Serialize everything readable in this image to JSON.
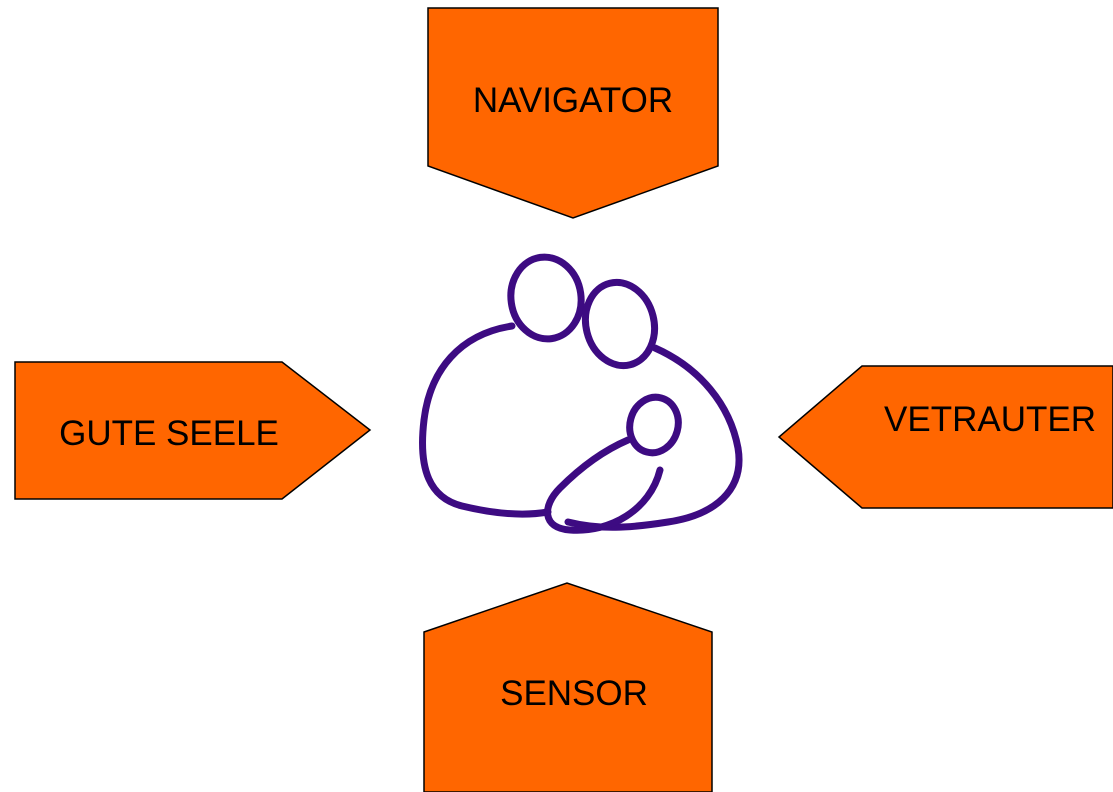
{
  "colors": {
    "arrow_fill": "#FF6600",
    "arrow_outline": "#000000",
    "label_text": "#000000",
    "logo_stroke": "#3D0B82",
    "background": "#FFFFFF"
  },
  "center_logo": {
    "icon": "family-embrace-icon"
  },
  "arrows": {
    "top": {
      "label": "NAVIGATOR",
      "points_toward": "center"
    },
    "left": {
      "label": "GUTE SEELE",
      "points_toward": "center"
    },
    "right": {
      "label": "VETRAUTER",
      "points_toward": "center"
    },
    "bottom": {
      "label": "SENSOR",
      "points_toward": "center"
    }
  }
}
